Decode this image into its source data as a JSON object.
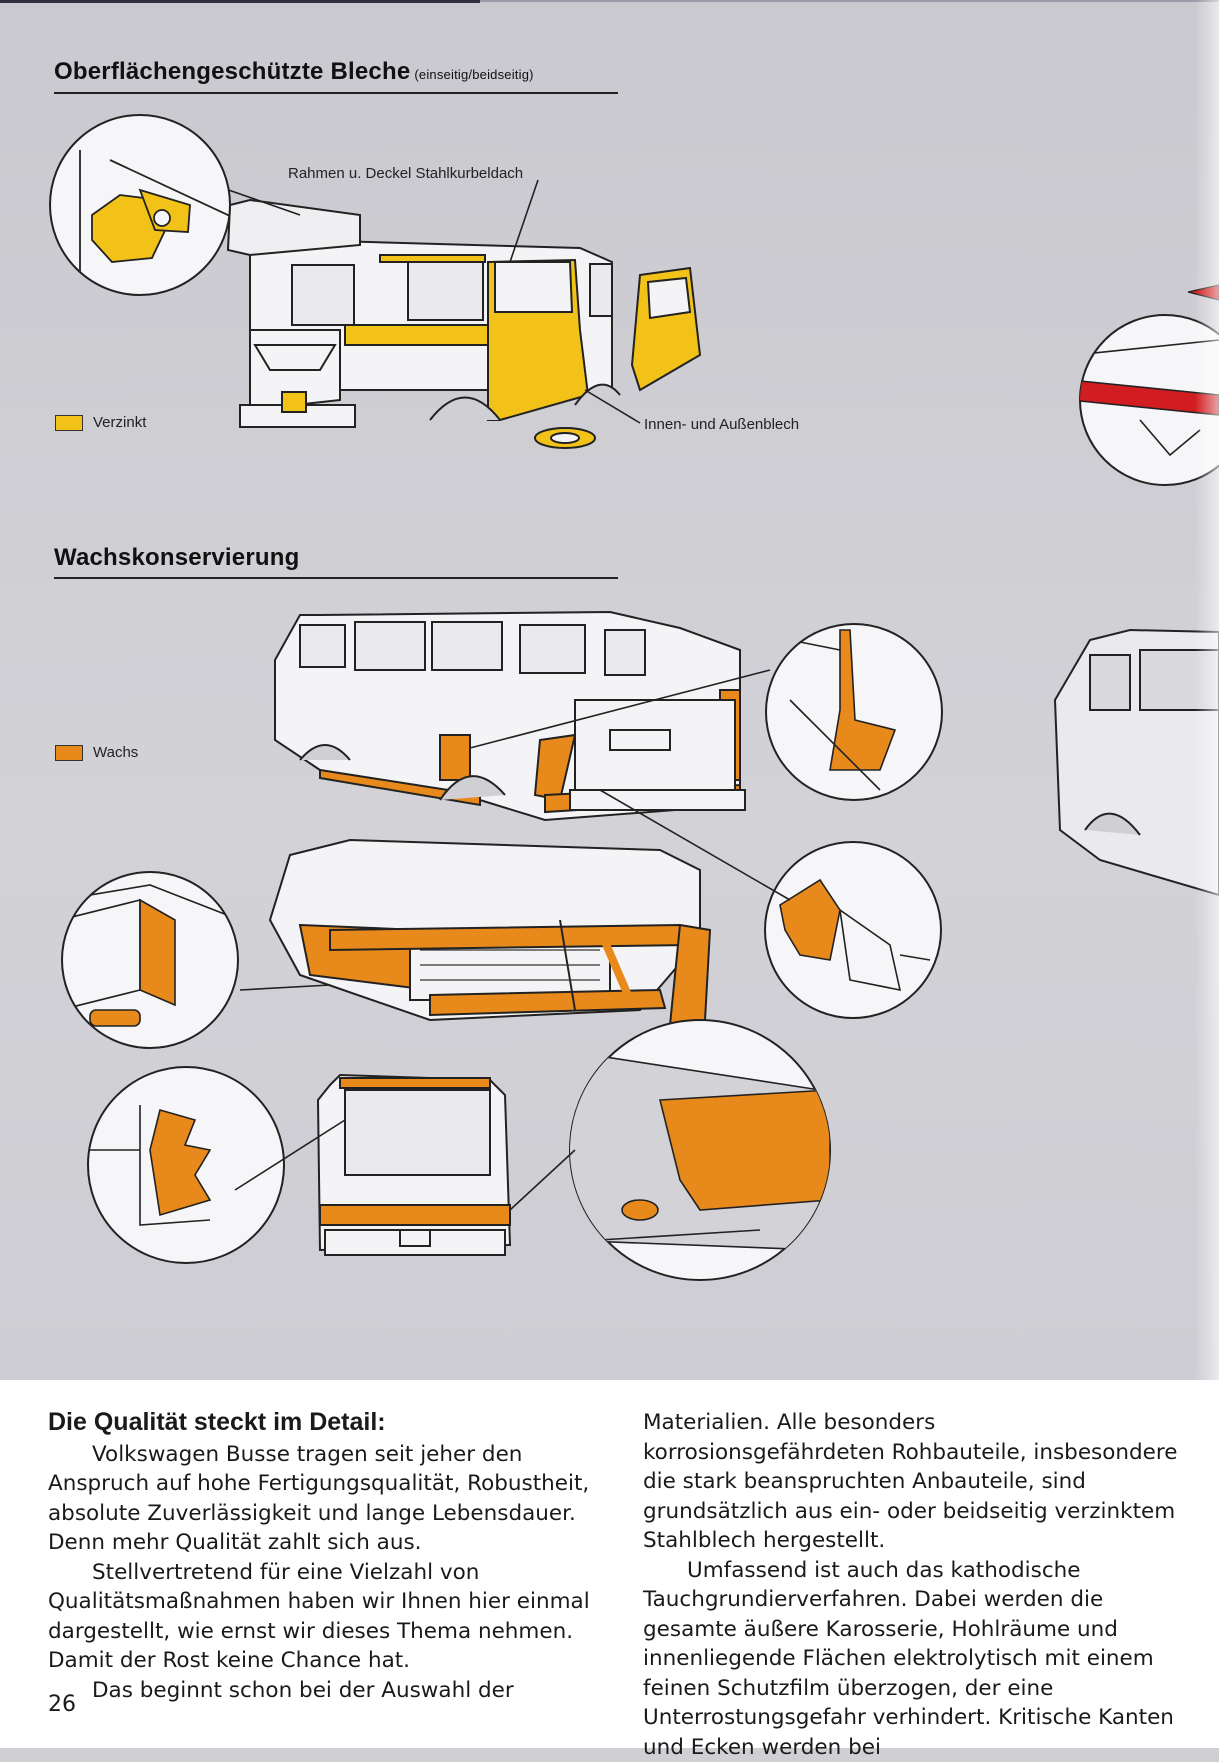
{
  "section1": {
    "title": "Oberflächengeschützte Bleche",
    "note": "(einseitig/beidseitig)",
    "label_roof": "Rahmen u. Deckel Stahlkurbeldach",
    "label_sheet": "Innen- und Außenblech",
    "legend_label": "Verzinkt",
    "legend_color": "#f2c218"
  },
  "section2": {
    "title": "Wachskonservierung",
    "legend_label": "Wachs",
    "legend_color": "#e8891c"
  },
  "article": {
    "headline": "Die Qualität steckt im Detail:",
    "left_paragraphs": [
      "Volkswagen Busse tragen seit jeher den Anspruch auf hohe Fertigungsqualität, Robustheit, absolute Zuverlässigkeit und lange Lebensdauer. Denn mehr Qualität zahlt sich aus.",
      "Stellvertretend für eine Vielzahl von Qualitätsmaßnahmen haben wir Ihnen hier einmal dargestellt, wie ernst wir dieses Thema nehmen. Damit der Rost keine Chance hat.",
      "Das beginnt schon bei der Auswahl der"
    ],
    "right_paragraphs": [
      "Materialien. Alle besonders korrosionsgefährdeten Rohbauteile, insbesondere die stark beanspruchten Anbauteile, sind grundsätzlich aus ein- oder beidseitig verzinktem Stahlblech hergestellt.",
      "Umfassend ist auch das kathodische Tauchgrundierverfahren. Dabei werden die gesamte äußere Karosserie, Hohlräume und innenliegende Flächen elektrolytisch mit einem feinen Schutzfilm überzogen, der eine Unterrostungsgefahr verhindert. Kritische Kanten und Ecken werden bei"
    ]
  },
  "page_number": "26"
}
